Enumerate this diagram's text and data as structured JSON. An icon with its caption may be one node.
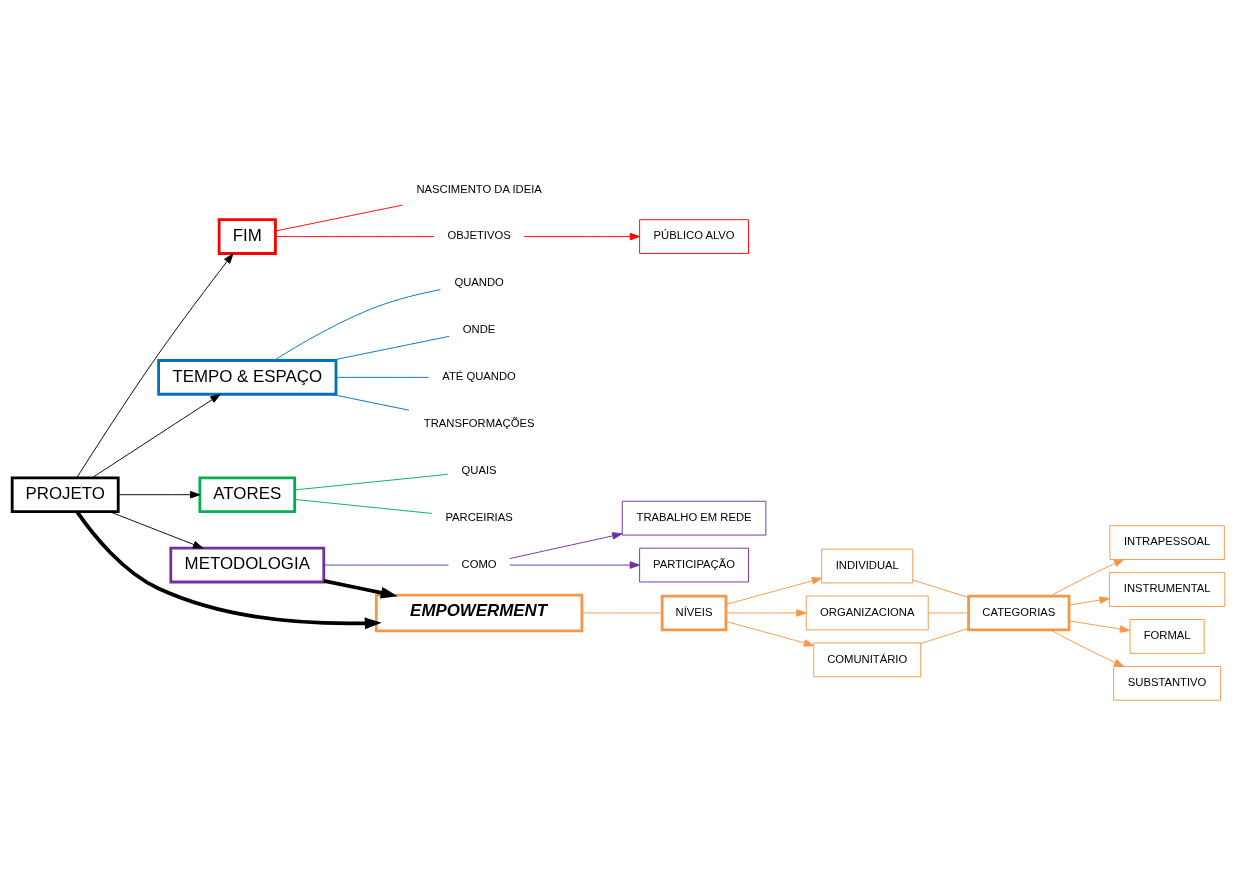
{
  "diagram": {
    "nodes": [
      {
        "text": [
          "PROJETO"
        ]
      },
      {
        "text": [
          "FIM"
        ]
      },
      {
        "text": [
          "NASCIMENTO DA IDEIA"
        ]
      },
      {
        "text": [
          "OBJETIVOS"
        ]
      },
      {
        "text": [
          "PÚBLICO ALVO"
        ]
      },
      {
        "text": [
          "TEMPO & ESPAÇO"
        ]
      },
      {
        "text": [
          "QUANDO"
        ]
      },
      {
        "text": [
          "ONDE"
        ]
      },
      {
        "text": [
          "ATÉ QUANDO"
        ]
      },
      {
        "text": [
          "TRANSFORMAÇÕES"
        ]
      },
      {
        "text": [
          "ATORES"
        ]
      },
      {
        "text": [
          "QUAIS"
        ]
      },
      {
        "text": [
          "PARCEIRIAS"
        ]
      },
      {
        "text": [
          "METODOLOGIA"
        ]
      },
      {
        "text": [
          "COMO"
        ]
      },
      {
        "text": [
          "TRABALHO EM REDE"
        ]
      },
      {
        "text": [
          "PARTICIPAÇÃO"
        ]
      },
      {
        "text": [
          "EMPOWERMENT"
        ]
      },
      {
        "text": [
          "NÍVEIS"
        ]
      },
      {
        "text": [
          "INDIVIDUAL"
        ]
      },
      {
        "text": [
          "ORGANIZACIONA"
        ]
      },
      {
        "text": [
          "COMUNITÁRIO"
        ]
      },
      {
        "text": [
          "CATEGORIAS"
        ]
      },
      {
        "text": [
          "INTRAPESSOAL"
        ]
      },
      {
        "text": [
          "INSTRUMENTAL"
        ]
      },
      {
        "text": [
          "FORMAL"
        ]
      },
      {
        "text": [
          "SUBSTANTIVO"
        ]
      }
    ],
    "edges": [
      {
        "from": 0,
        "to": 1,
        "arrow": "to",
        "color": "#000000"
      },
      {
        "from": 0,
        "to": 5,
        "arrow": "to",
        "color": "#000000"
      },
      {
        "from": 0,
        "to": 10,
        "arrow": "to",
        "color": "#000000"
      },
      {
        "from": 0,
        "to": 13,
        "arrow": "to",
        "color": "#000000"
      },
      {
        "from": 0,
        "to": 17,
        "arrow": "to",
        "style": "thick",
        "color": "#000000"
      },
      {
        "from": 13,
        "to": 17,
        "arrow": "to",
        "style": "thick",
        "color": "#000000"
      },
      {
        "from": 1,
        "to": 2,
        "arrow": "none",
        "color": "#ff0000"
      },
      {
        "from": 1,
        "to": 3,
        "arrow": "none",
        "color": "#ff0000"
      },
      {
        "from": 3,
        "to": 4,
        "arrow": "to",
        "color": "#ff0000"
      },
      {
        "from": 5,
        "to": 6,
        "arrow": "none",
        "color": "#0070c0"
      },
      {
        "from": 5,
        "to": 7,
        "arrow": "none",
        "color": "#0070c0"
      },
      {
        "from": 5,
        "to": 8,
        "arrow": "none",
        "color": "#0070c0"
      },
      {
        "from": 5,
        "to": 9,
        "arrow": "none",
        "color": "#0070c0"
      },
      {
        "from": 10,
        "to": 11,
        "arrow": "none",
        "color": "#00b050"
      },
      {
        "from": 10,
        "to": 12,
        "arrow": "none",
        "color": "#00b050"
      },
      {
        "from": 13,
        "to": 14,
        "arrow": "none",
        "color": "#7030a0"
      },
      {
        "from": 14,
        "to": 15,
        "arrow": "to",
        "color": "#7030a0"
      },
      {
        "from": 14,
        "to": 16,
        "arrow": "to",
        "color": "#7030a0"
      },
      {
        "from": 17,
        "to": 18,
        "arrow": "none",
        "color": "#f79646"
      },
      {
        "from": 18,
        "to": 19,
        "arrow": "to",
        "color": "#f79646"
      },
      {
        "from": 18,
        "to": 20,
        "arrow": "to",
        "color": "#f79646"
      },
      {
        "from": 18,
        "to": 21,
        "arrow": "to",
        "color": "#f79646"
      },
      {
        "from": 19,
        "to": 22,
        "arrow": "none",
        "color": "#f79646"
      },
      {
        "from": 20,
        "to": 22,
        "arrow": "none",
        "color": "#f79646"
      },
      {
        "from": 21,
        "to": 22,
        "arrow": "none",
        "color": "#f79646"
      },
      {
        "from": 22,
        "to": 23,
        "arrow": "to",
        "color": "#f79646"
      },
      {
        "from": 22,
        "to": 24,
        "arrow": "to",
        "color": "#f79646"
      },
      {
        "from": 22,
        "to": 25,
        "arrow": "to",
        "color": "#f79646"
      },
      {
        "from": 22,
        "to": 26,
        "arrow": "to",
        "color": "#f79646"
      }
    ]
  }
}
